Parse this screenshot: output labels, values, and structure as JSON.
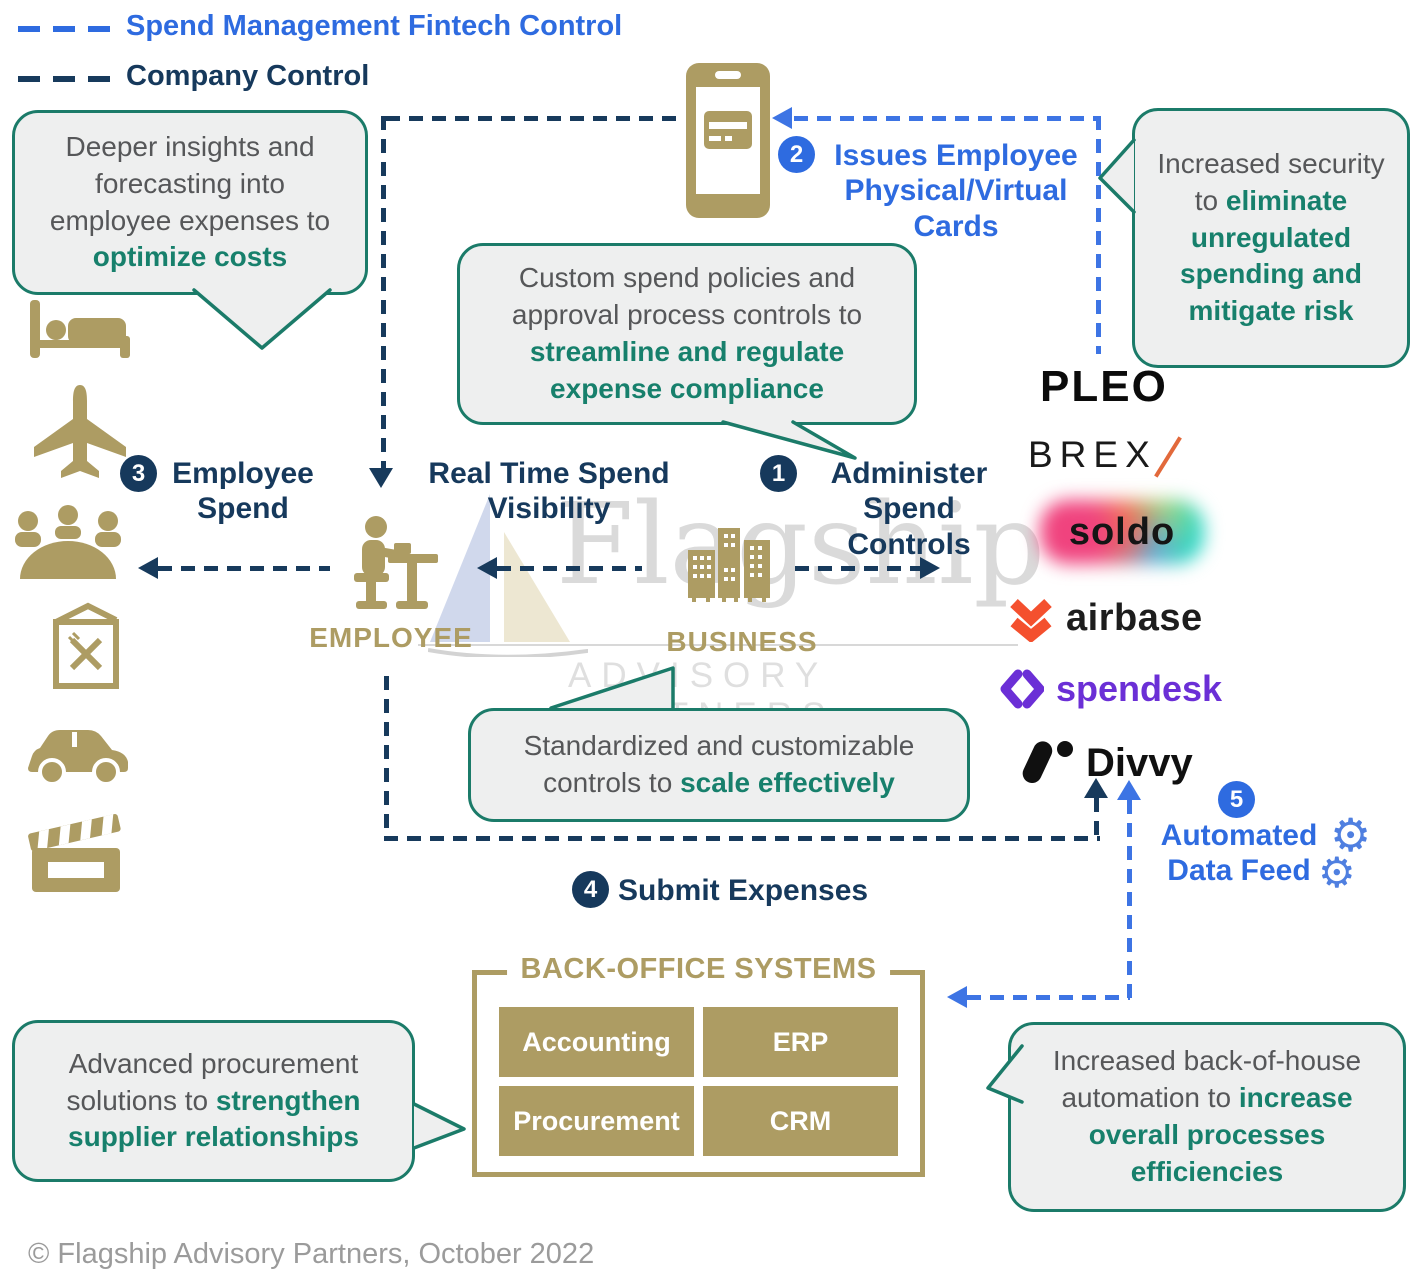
{
  "colors": {
    "fintech_blue": "#2E6BE0",
    "company_navy": "#16395C",
    "teal_accent": "#17806C",
    "gold": "#AD9C63",
    "bubble_fill": "#EEEFEF",
    "airbase_orange": "#F4502E",
    "spendesk_purple": "#6B2FD6"
  },
  "legend": {
    "fintech_label": "Spend Management Fintech Control",
    "company_label": "Company Control"
  },
  "steps": {
    "s1": {
      "num": "1",
      "label": "Administer Spend Controls"
    },
    "s2": {
      "num": "2",
      "label": "Issues Employee Physical/Virtual Cards"
    },
    "s3": {
      "num": "3",
      "label": "Employee Spend"
    },
    "s4": {
      "num": "4",
      "label": "Submit Expenses"
    },
    "s5": {
      "num": "5",
      "label": "Automated Data Feed"
    }
  },
  "labels": {
    "real_time": "Real Time Spend Visibility",
    "employee": "EMPLOYEE",
    "business": "BUSINESS"
  },
  "bubbles": {
    "insights": {
      "plain": "Deeper insights and forecasting into employee expenses to ",
      "bold": "optimize costs"
    },
    "policies": {
      "plain": "Custom spend policies and approval process controls to ",
      "bold": "streamline and regulate expense compliance"
    },
    "security": {
      "plain": "Increased security to ",
      "bold": "eliminate unregulated spending and mitigate risk"
    },
    "standardized": {
      "plain": "Standardized and customizable controls to ",
      "bold": "scale effectively"
    },
    "procurement": {
      "plain": "Advanced procurement solutions to ",
      "bold": "strengthen supplier relationships"
    },
    "automation": {
      "plain": "Increased back-of-house automation to ",
      "bold": "increase overall processes efficiencies"
    }
  },
  "vendors": {
    "pleo": "PLEO",
    "brex_prefix": "BRE",
    "brex_x": "X",
    "soldo": "soldo",
    "airbase": "airbase",
    "spendesk": "spendesk",
    "divvy": "Divvy"
  },
  "back_office": {
    "title": "BACK-OFFICE SYSTEMS",
    "systems": [
      "Accounting",
      "ERP",
      "Procurement",
      "CRM"
    ]
  },
  "watermark": {
    "name": "Flagship",
    "subtitle": "ADVISORY PARTNERS"
  },
  "gears_glyph": "⚙",
  "footer": "© Flagship Advisory Partners, October 2022"
}
